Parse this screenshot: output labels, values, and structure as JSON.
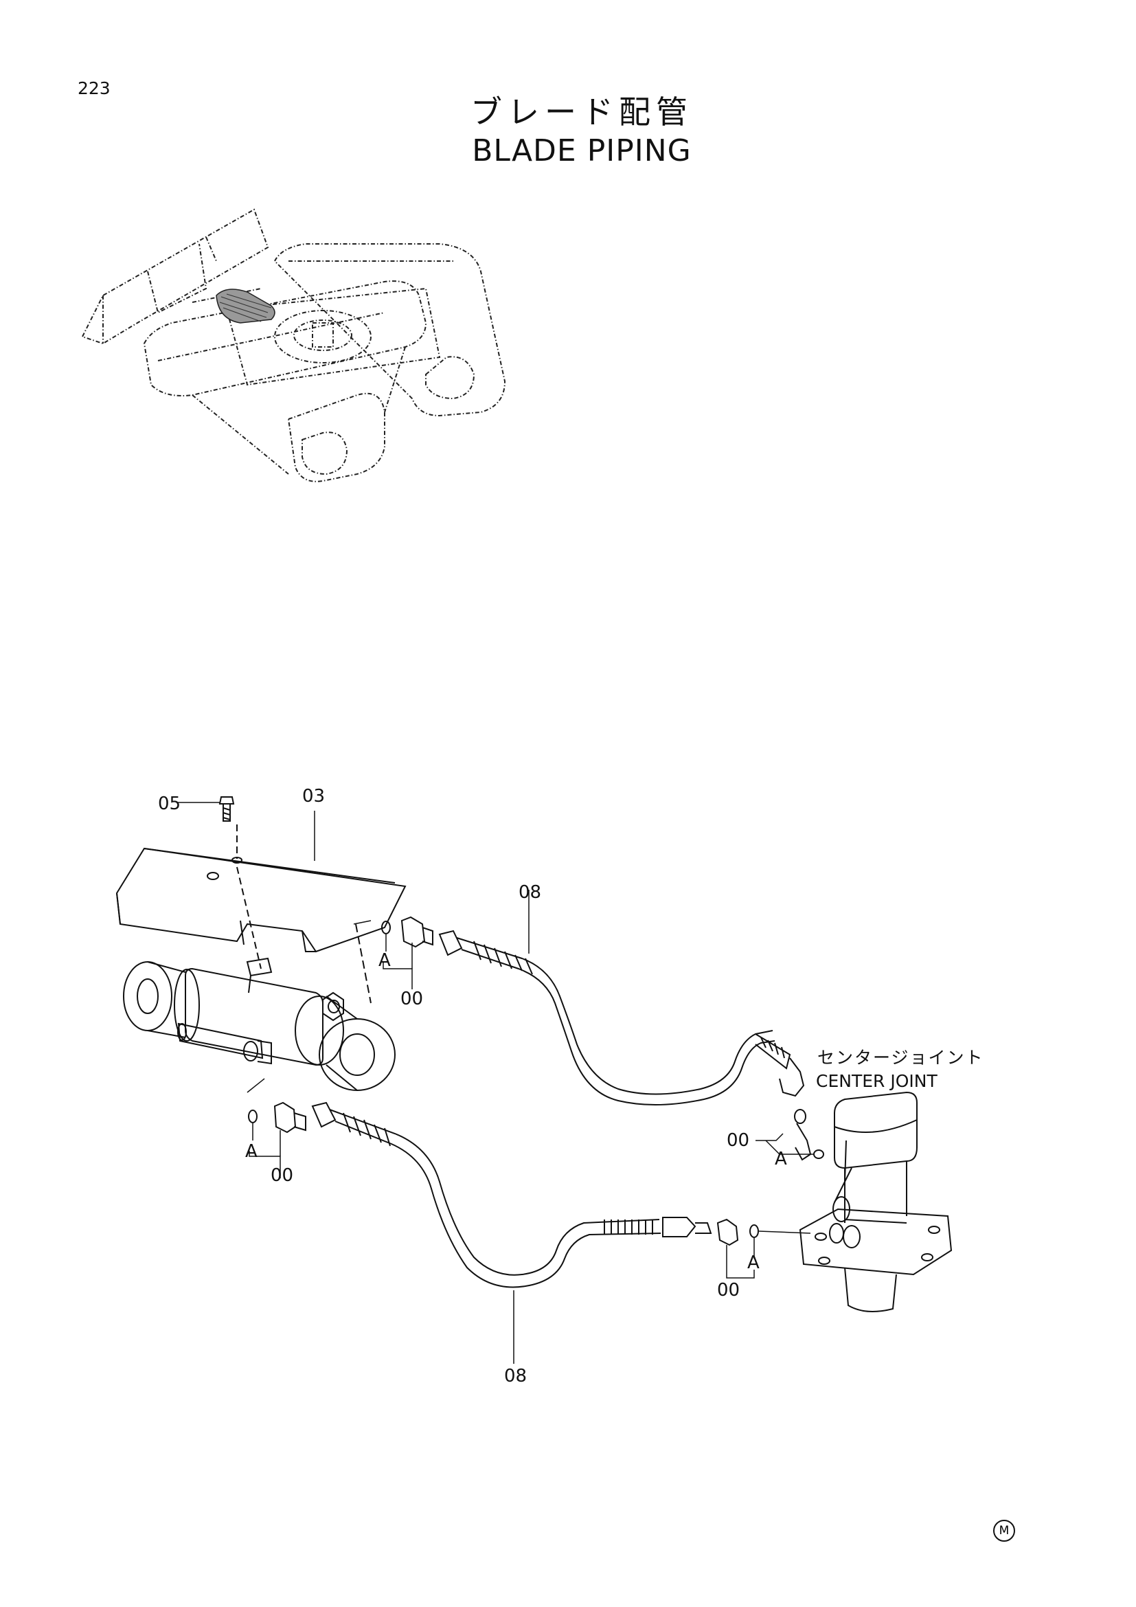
{
  "page": {
    "number": "223"
  },
  "title": {
    "japanese": "ブレード配管",
    "english": "BLADE PIPING"
  },
  "labels": {
    "center_joint_jp": "センタージョイント",
    "center_joint_en": "CENTER JOINT",
    "maker_mark": "M"
  },
  "callouts": {
    "c05": "05",
    "c03": "03",
    "c08_top": "08",
    "c08_bottom": "08",
    "a1": "A",
    "a2": "A",
    "a3": "A",
    "a4": "A",
    "c00_1": "00",
    "c00_2": "00",
    "c00_3": "00",
    "c00_4": "00"
  }
}
